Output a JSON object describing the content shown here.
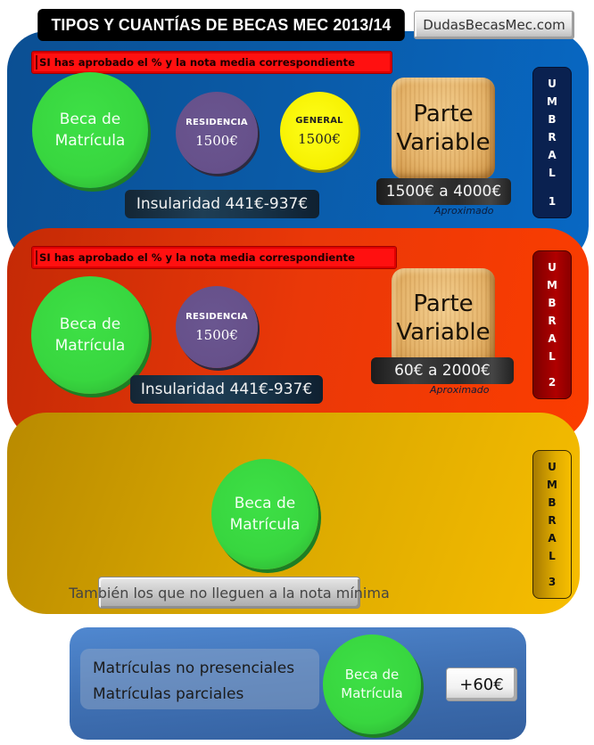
{
  "header": {
    "title": "TIPOS Y CUANTÍAS DE BECAS MEC 2013/14",
    "site": "DudasBecasMec.com"
  },
  "colors": {
    "umbral1": "#0a5aa6",
    "umbral2": "#ea3808",
    "umbral3": "#d8a700",
    "beca_matricula": "#38d63f",
    "residencia": "#66508a",
    "general": "#f6f000"
  },
  "umbral1": {
    "condition": "SI has aprobado el % y la nota media correspondiente",
    "matricula": {
      "line1": "Beca de",
      "line2": "Matrícula"
    },
    "residencia": {
      "label": "RESIDENCIA",
      "amount": "1500€"
    },
    "general": {
      "label": "GENERAL",
      "amount": "1500€"
    },
    "variable": {
      "line1": "Parte",
      "line2": "Variable",
      "range": "1500€ a 4000€",
      "note": "Aproximado"
    },
    "insularidad": "Insularidad 441€-937€",
    "umbral_letters": [
      "U",
      "M",
      "B",
      "R",
      "A",
      "L"
    ],
    "umbral_number": "1"
  },
  "umbral2": {
    "condition": "SI has aprobado el % y la nota media correspondiente",
    "matricula": {
      "line1": "Beca de",
      "line2": "Matrícula"
    },
    "residencia": {
      "label": "RESIDENCIA",
      "amount": "1500€"
    },
    "variable": {
      "line1": "Parte",
      "line2": "Variable",
      "range": "60€ a 2000€",
      "note": "Aproximado"
    },
    "insularidad": "Insularidad 441€-937€",
    "umbral_letters": [
      "U",
      "M",
      "B",
      "R",
      "A",
      "L"
    ],
    "umbral_number": "2"
  },
  "umbral3": {
    "matricula": {
      "line1": "Beca de",
      "line2": "Matrícula"
    },
    "note": "También los que no lleguen a la nota mínima",
    "umbral_letters": [
      "U",
      "M",
      "B",
      "R",
      "A",
      "L"
    ],
    "umbral_number": "3"
  },
  "extra": {
    "items": [
      "Matrículas no presenciales",
      "Matrículas parciales"
    ],
    "matricula": {
      "line1": "Beca de",
      "line2": "Matrícula"
    },
    "amount": "+60€"
  }
}
